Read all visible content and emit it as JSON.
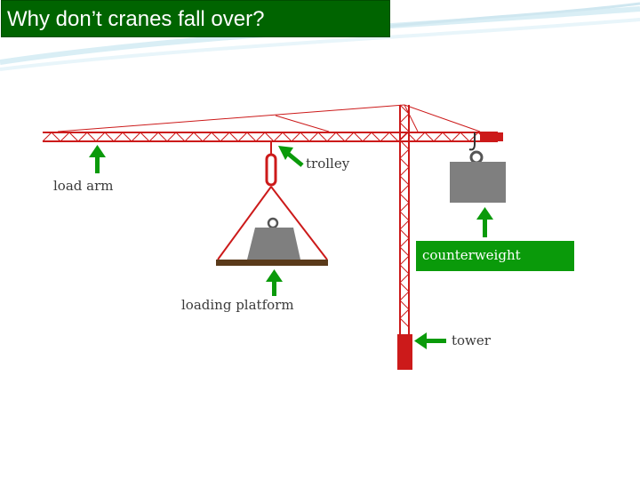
{
  "slide": {
    "title": "Why don’t cranes fall over?"
  },
  "diagram": {
    "labels": {
      "load_arm": "load arm",
      "trolley": "trolley",
      "counterweight": "counterweight",
      "loading_platform": "loading platform",
      "tower": "tower"
    }
  },
  "colors": {
    "title_bg": "#006400",
    "crane_red": "#cc1a1a",
    "arrow_green": "#0a9a0a",
    "counterweight_box": "#0a9a0a",
    "weight_gray": "#7f7f7f",
    "platform_brown": "#5a3a1a"
  }
}
